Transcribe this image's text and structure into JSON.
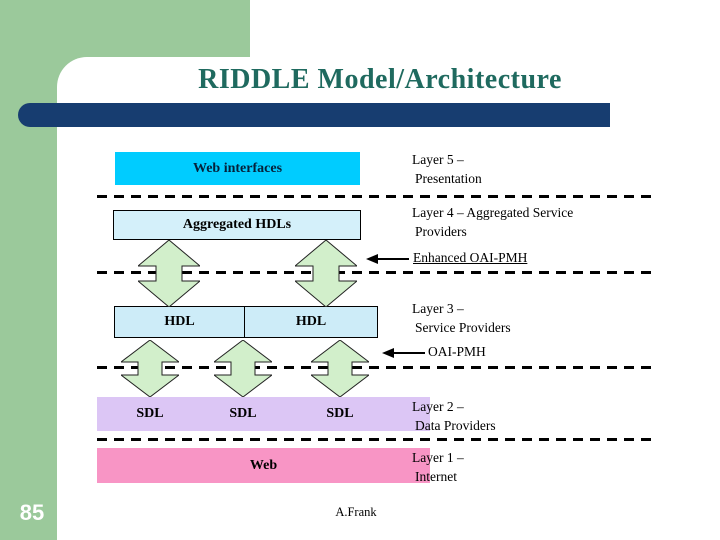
{
  "slide": {
    "title": "RIDDLE Model/Architecture",
    "page_number": "85",
    "author": "A.Frank"
  },
  "colors": {
    "sidebar_green": "#9bc99b",
    "navy_bar": "#173d70",
    "title_teal": "#1f6a5f",
    "web_interfaces_cyan": "#00ccff",
    "pale_cyan_box": "#d4f0fa",
    "sdl_lavender": "#dcc6f5",
    "web_pink": "#f895c5",
    "arrow_green": "#d2efcb"
  },
  "diagram": {
    "boxes": {
      "web_interfaces": "Web interfaces",
      "aggregated_hdls": "Aggregated HDLs",
      "hdl_left": "HDL",
      "hdl_right": "HDL",
      "sdl_1": "SDL",
      "sdl_2": "SDL",
      "sdl_3": "SDL",
      "web": "Web"
    },
    "layers": [
      {
        "line1": "Layer 5 –",
        "line2": "Presentation"
      },
      {
        "line1": "Layer 4 – Aggregated Service",
        "line2": "Providers"
      },
      {
        "line1": "Layer 3 –",
        "line2": "Service Providers"
      },
      {
        "line1": "Layer 2 –",
        "line2": "Data Providers"
      },
      {
        "line1": "Layer 1 –",
        "line2": "Internet"
      }
    ],
    "annotations": {
      "enhanced": "Enhanced OAI-PMH",
      "standard": "OAI-PMH"
    }
  }
}
